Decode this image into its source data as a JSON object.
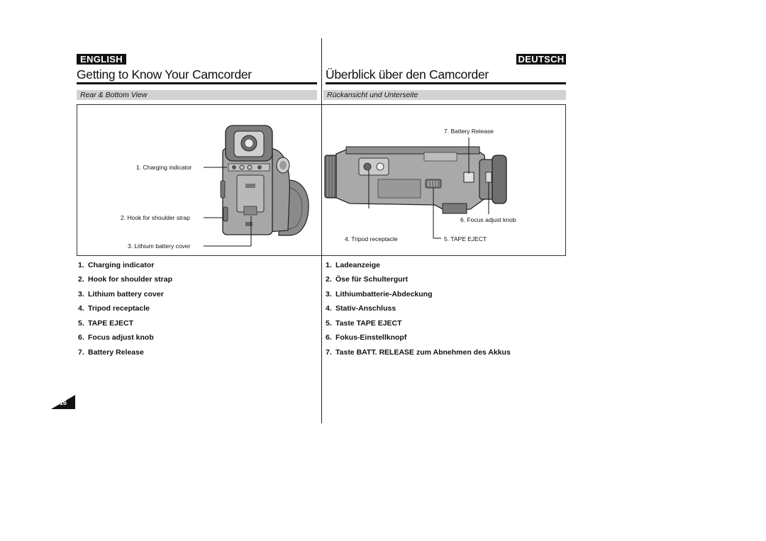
{
  "header": {
    "left_badge": "ENGLISH",
    "right_badge": "DEUTSCH",
    "left_title": "Getting to Know Your Camcorder",
    "right_title": "Überblick über den Camcorder",
    "left_section": "Rear & Bottom View",
    "right_section": "Rückansicht und Unterseite"
  },
  "figure": {
    "callouts": [
      "1. Charging indicator",
      "2. Hook for shoulder strap",
      "3. Lithium battery cover",
      "4. Tripod receptacle",
      "5. TAPE EJECT",
      "6. Focus adjust knob",
      "7. Battery Release"
    ]
  },
  "english_list": [
    {
      "num": "1.",
      "label": "Charging indicator"
    },
    {
      "num": "2.",
      "label": "Hook for shoulder strap"
    },
    {
      "num": "3.",
      "label": "Lithium battery cover"
    },
    {
      "num": "4.",
      "label": "Tripod receptacle"
    },
    {
      "num": "5.",
      "label": "TAPE EJECT"
    },
    {
      "num": "6.",
      "label": "Focus adjust knob"
    },
    {
      "num": "7.",
      "label": "Battery Release"
    }
  ],
  "german_list": [
    {
      "num": "1.",
      "label": "Ladeanzeige"
    },
    {
      "num": "2.",
      "label": "Öse für Schultergurt"
    },
    {
      "num": "3.",
      "label": "Lithiumbatterie-Abdeckung"
    },
    {
      "num": "4.",
      "label": "Stativ-Anschluss"
    },
    {
      "num": "5.",
      "label": "Taste TAPE EJECT"
    },
    {
      "num": "6.",
      "label": "Fokus-Einstellknopf"
    },
    {
      "num": "7.",
      "label": "Taste BATT. RELEASE zum Abnehmen des Akkus"
    }
  ],
  "page_number": "16"
}
